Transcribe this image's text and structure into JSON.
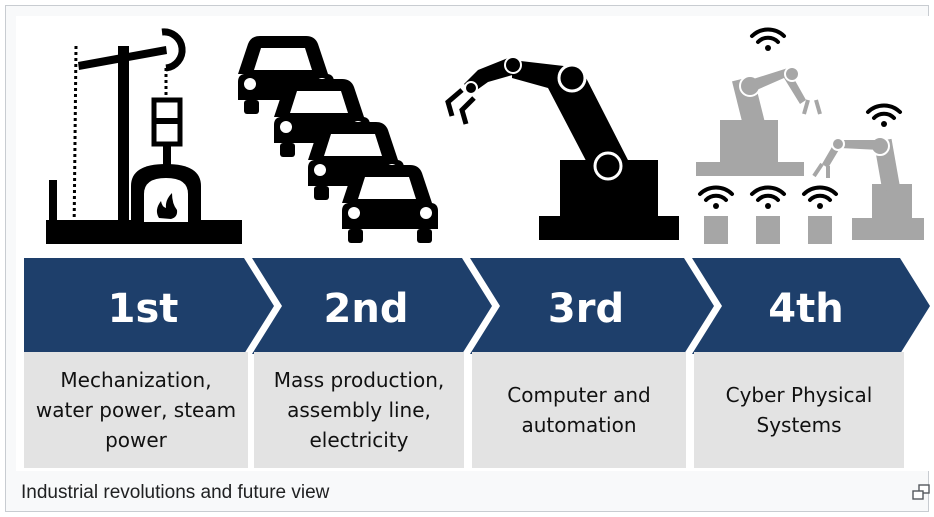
{
  "figure": {
    "stages": [
      {
        "number": "1st",
        "description": "Mechanization, water power, steam power",
        "icon": "steam-pump-icon"
      },
      {
        "number": "2nd",
        "description": "Mass production, assembly line, electricity",
        "icon": "cars-assembly-icon"
      },
      {
        "number": "3rd",
        "description": "Computer and automation",
        "icon": "robot-arm-icon"
      },
      {
        "number": "4th",
        "description": "Cyber Physical Systems",
        "icon": "connected-robots-icon"
      }
    ],
    "colors": {
      "arrow": "#1e3f6b",
      "box": "#e3e3e3",
      "icon_dark": "#000000",
      "icon_gray": "#a6a6a6"
    }
  },
  "caption": "Industrial revolutions and future view",
  "enlarge_icon": "enlarge-icon"
}
